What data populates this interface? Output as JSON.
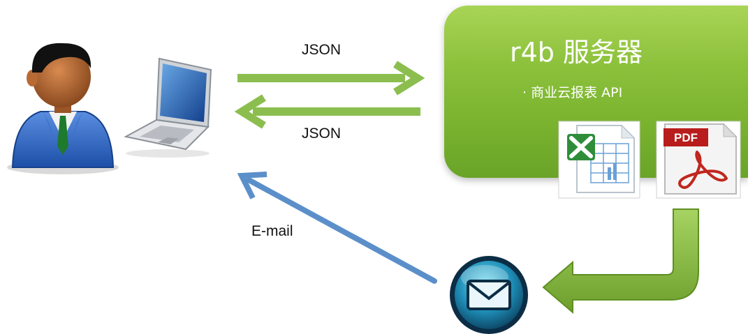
{
  "server": {
    "title": "r4b 服务器",
    "subtitle": "· 商业云报表 API"
  },
  "arrows": {
    "top_label": "JSON",
    "bottom_label": "JSON",
    "email_label": "E-mail"
  },
  "files": {
    "pdf_label": "PDF"
  },
  "colors": {
    "server_green": "#8cc13c",
    "arrow_green": "#8cbe4f",
    "email_arrow_blue": "#5b8fca"
  },
  "icons": {
    "user": "user-icon",
    "laptop": "laptop-icon",
    "excel": "excel-file-icon",
    "pdf": "pdf-file-icon",
    "mail": "mail-icon"
  }
}
